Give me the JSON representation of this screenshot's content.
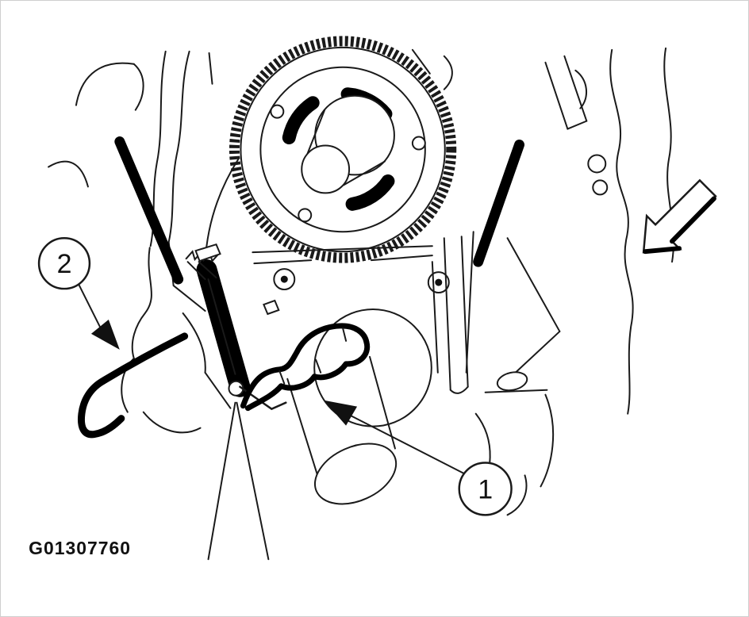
{
  "figure": {
    "id_label": "G01307760",
    "callouts": [
      {
        "label": "1"
      },
      {
        "label": "2"
      }
    ]
  },
  "colors": {
    "line": "#1a1a1a",
    "highlight": "#000000",
    "background": "#ffffff"
  }
}
